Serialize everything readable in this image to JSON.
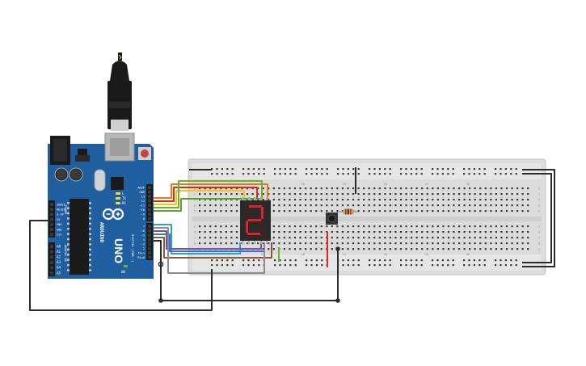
{
  "canvas": {
    "background": "#ffffff"
  },
  "arduino": {
    "brand_label": "ARDUINO",
    "model_label": "UNO",
    "on_label": "ON",
    "tx_label": "TX",
    "rx_label": "RX",
    "l_label": "L",
    "power_header_label": "POWER",
    "analog_header_label": "ANALOG IN",
    "digital_header_label": "DIGITAL (PWM ~)",
    "power_pins": [
      "IOREF",
      "RESET",
      "3.3V",
      "5V",
      "GND",
      "GND",
      "Vin"
    ],
    "analog_pins": [
      "A0",
      "A1",
      "A2",
      "A3",
      "A4",
      "A5"
    ],
    "digital_pins_top": [
      "AREF",
      "GND",
      "13",
      "12",
      "~11",
      "~10",
      "~9",
      "8"
    ],
    "digital_pins_bottom": [
      "7",
      "~6",
      "~5",
      "4",
      "~3",
      "2",
      "TX▸1",
      "RX◂0"
    ],
    "board_color": "#1f5fa0",
    "usb_connector_color": "#1a1a1a"
  },
  "breadboard": {
    "column_numbers": [
      "1",
      "5",
      "10",
      "15",
      "20",
      "25",
      "30"
    ],
    "row_letters_top": [
      "j",
      "i",
      "h",
      "g",
      "f"
    ],
    "row_letters_bottom": [
      "e",
      "d",
      "c",
      "b",
      "a"
    ],
    "body_color": "#dcdcdc"
  },
  "seven_segment": {
    "digit_shown": "2",
    "body_color": "#2a2a2a",
    "segment_on_color": "#e0202a",
    "segment_off_color": "#4a1c1e"
  },
  "pushbutton": {
    "color": "#333333"
  },
  "resistor": {
    "body_color": "#c8a46a"
  },
  "wire_colors": {
    "orange": "#e8761b",
    "red": "#d62d20",
    "yellow": "#f2c614",
    "green": "#6ab42d",
    "cyan": "#2aa3c8",
    "purple": "#7a4ea3",
    "brown": "#8a5a3c",
    "gray": "#8c8c8c",
    "black": "#2b2b2b",
    "blue": "#3a6fd8"
  }
}
